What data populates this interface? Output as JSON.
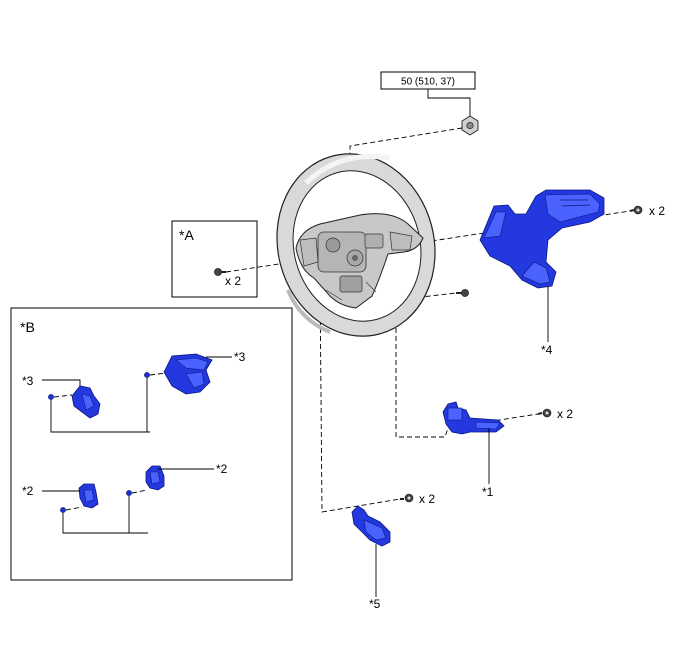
{
  "torque_spec": "50 (510, 37)",
  "inset_a": {
    "title": "*A",
    "qty": "x 2"
  },
  "inset_b": {
    "title": "*B",
    "label_3_left": "*3",
    "label_3_right": "*3",
    "label_2_left": "*2",
    "label_2_right": "*2"
  },
  "callouts": {
    "part_4": "*4",
    "part_1": "*1",
    "part_5": "*5",
    "qty_cover_screws": "x 2",
    "qty_switch1_screws": "x 2",
    "qty_switch5_screws": "x 2"
  }
}
